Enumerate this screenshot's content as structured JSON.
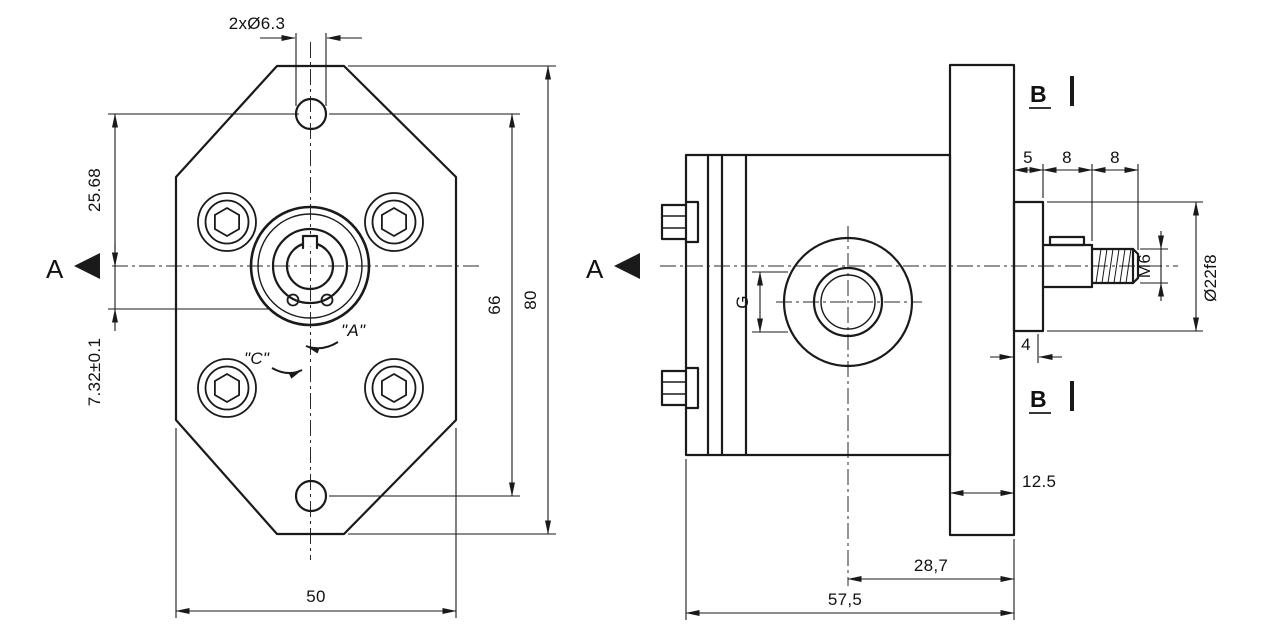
{
  "front_view": {
    "section_label": "A",
    "dim_top_holes": "2xØ6.3",
    "dim_upper_offset": "25.68",
    "dim_lower_offset": "7.32±0.1",
    "dim_hole_spacing": "66",
    "dim_height": "80",
    "dim_width": "50",
    "rotation_a": "\"A\"",
    "rotation_c": "\"C\""
  },
  "side_view": {
    "section_label": "A",
    "section_b": "B",
    "dim_step_5": "5",
    "dim_shaft_8a": "8",
    "dim_shaft_8b": "8",
    "dim_thread": "M6",
    "dim_bearing_dia": "Ø22f8",
    "dim_4": "4",
    "dim_flange_thickness": "12.5",
    "dim_28_7": "28,7",
    "dim_57_5": "57,5",
    "port_label": "G"
  }
}
